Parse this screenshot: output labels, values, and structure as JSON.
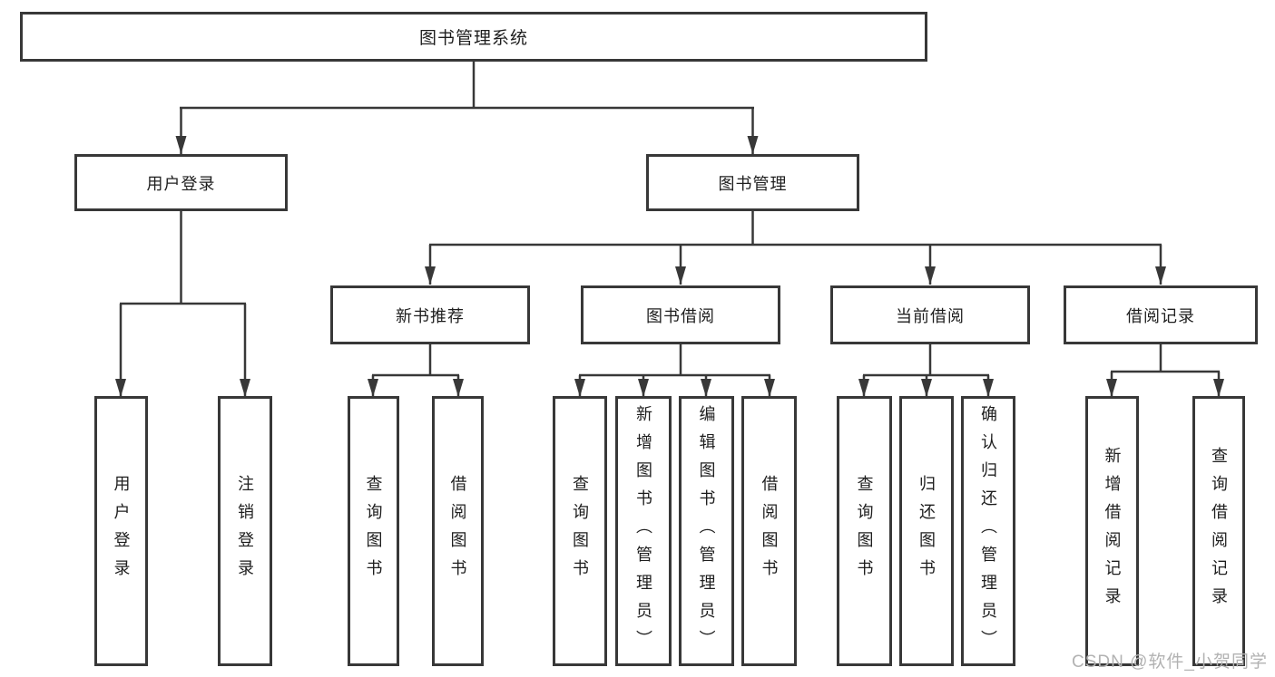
{
  "diagram": {
    "type": "hierarchy-tree",
    "root": {
      "label": "图书管理系统"
    },
    "level2": [
      {
        "label": "用户登录",
        "children": [
          {
            "label": "用户登录"
          },
          {
            "label": "注销登录"
          }
        ]
      },
      {
        "label": "图书管理",
        "children": [
          {
            "label": "新书推荐",
            "children": [
              {
                "label": "查询图书"
              },
              {
                "label": "借阅图书"
              }
            ]
          },
          {
            "label": "图书借阅",
            "children": [
              {
                "label": "查询图书"
              },
              {
                "label": "新增图书（管理员）"
              },
              {
                "label": "编辑图书（管理员）"
              },
              {
                "label": "借阅图书"
              }
            ]
          },
          {
            "label": "当前借阅",
            "children": [
              {
                "label": "查询图书"
              },
              {
                "label": "归还图书"
              },
              {
                "label": "确认归还（管理员）"
              }
            ]
          },
          {
            "label": "借阅记录",
            "children": [
              {
                "label": "新增借阅记录"
              },
              {
                "label": "查询借阅记录"
              }
            ]
          }
        ]
      }
    ]
  },
  "watermark": {
    "text": "CSDN @软件_小贺同学"
  },
  "colors": {
    "line": "#383838",
    "text": "#1e1e1e",
    "background": "#ffffff",
    "watermark": "#b2b2b2"
  }
}
